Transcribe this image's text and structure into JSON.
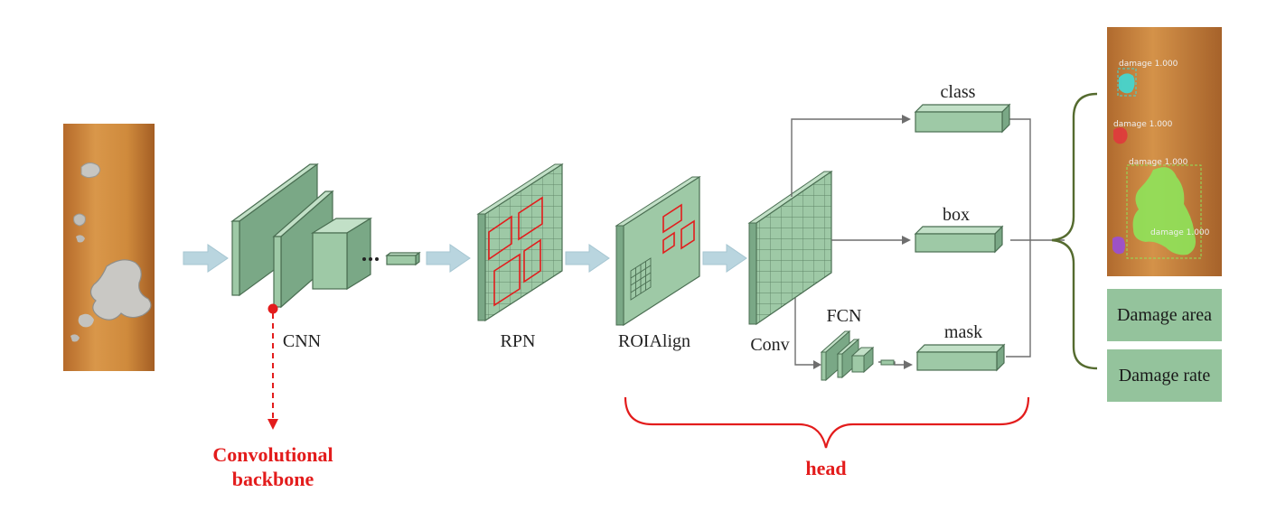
{
  "colors": {
    "block_face": "#9ec9a6",
    "block_side": "#7aa886",
    "block_top": "#c2e0c7",
    "block_edge": "#4a6e52",
    "flow_arrow": "#b9d5df",
    "connector": "#6e6e6e",
    "highlight_red": "#e31c1c",
    "bracket": "#556b2f",
    "output_box": "#94c39c"
  },
  "labels": {
    "cnn": "CNN",
    "rpn": "RPN",
    "roialign": "ROIAlign",
    "conv": "Conv",
    "fcn": "FCN",
    "class": "class",
    "box": "box",
    "mask": "mask",
    "backbone_line1": "Convolutional",
    "backbone_line2": "backbone",
    "head": "head"
  },
  "detections": [
    {
      "label": "damage 1.000",
      "color": "#3fd9d6"
    },
    {
      "label": "damage 1.000",
      "color": "#e0393c"
    },
    {
      "label": "damage 1.000",
      "color": "#8ee35a"
    },
    {
      "label": "damage 1.000",
      "color": "#9a4fd6"
    }
  ],
  "outputs": {
    "damage_area": "Damage area",
    "damage_rate": "Damage rate"
  }
}
